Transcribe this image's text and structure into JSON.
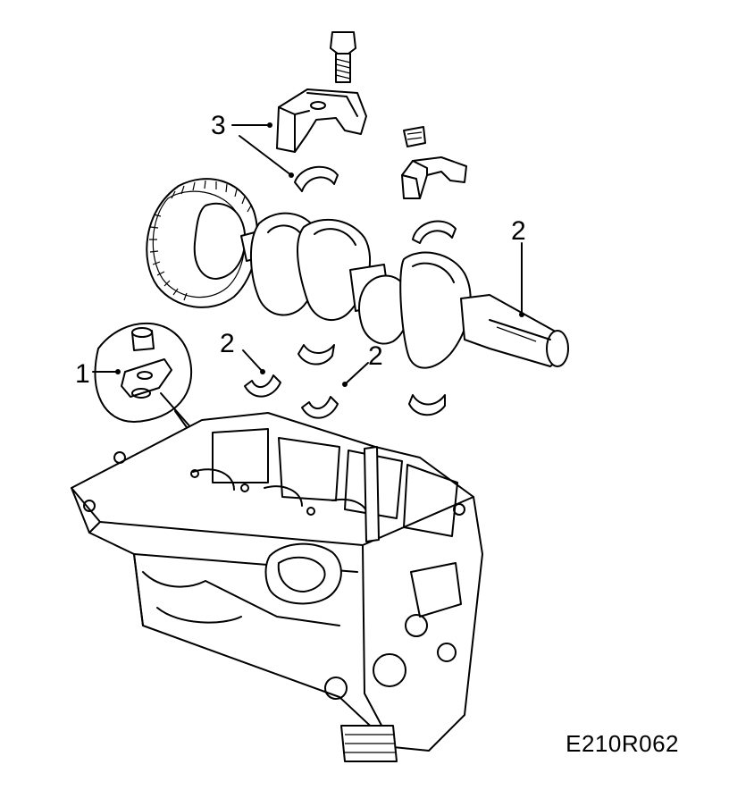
{
  "figure": {
    "reference_code": "E210R062",
    "callouts": [
      {
        "id": "callout-1",
        "label": "1"
      },
      {
        "id": "callout-2-left",
        "label": "2"
      },
      {
        "id": "callout-2-middle",
        "label": "2"
      },
      {
        "id": "callout-2-right",
        "label": "2"
      },
      {
        "id": "callout-3",
        "label": "3"
      }
    ],
    "colors": {
      "line": "#000000",
      "background": "#ffffff"
    }
  }
}
